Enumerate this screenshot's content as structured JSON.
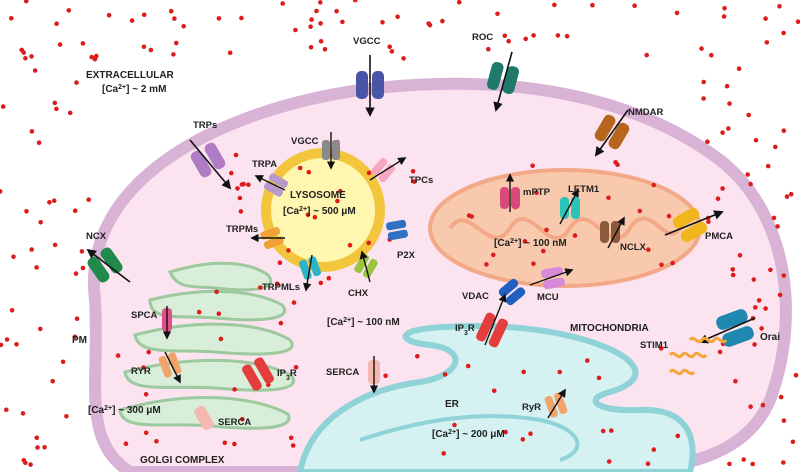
{
  "colors": {
    "background": "#ffffff",
    "cell_fill": "#fbe4ef",
    "cell_membrane": "#d9b3d6",
    "lysosome_fill": "#fff6b0",
    "lysosome_rim": "#f2c53d",
    "mitochondria_fill": "#f8c9ad",
    "er_fill": "#d5f1f2",
    "er_outline": "#8fd3d8",
    "golgi_fill": "#d8eed8",
    "golgi_outline": "#9cc99e",
    "calcium_dot": "#dd1c1c",
    "arrow": "#111111",
    "label": "#222222"
  },
  "compartments": {
    "extracellular": {
      "line1": "EXTRACELLULAR",
      "line2_prefix": "[Ca",
      "sup": "2+",
      "line2_suffix": "] ~ 2 mM"
    },
    "lysosome": {
      "name": "LYSOSOME",
      "conc_prefix": "[Ca",
      "sup": "2+",
      "conc_suffix": "] ~ 500 μM"
    },
    "cytosol": {
      "conc_prefix": "[Ca",
      "sup": "2+",
      "conc_suffix": "] ~ 100 nM"
    },
    "mitochondria": {
      "name": "MITOCHONDRIA",
      "conc_prefix": "[Ca",
      "sup": "2+",
      "conc_suffix": "] ~ 100 nM"
    },
    "golgi": {
      "name": "GOLGI COMPLEX",
      "conc_prefix": "[Ca",
      "sup": "2+",
      "conc_suffix": "] ~ 300 μM"
    },
    "er": {
      "name": "ER",
      "conc_prefix": "[Ca",
      "sup": "2+",
      "conc_suffix": "] ~ 200 μM"
    },
    "plasma_membrane": {
      "name": "PM"
    }
  },
  "channels": {
    "vgcc_pm": {
      "label": "VGCC",
      "color": "#4a55a8"
    },
    "roc": {
      "label": "ROC",
      "color": "#1f7a6a"
    },
    "nmdar": {
      "label": "NMDAR",
      "color": "#b5651d"
    },
    "trps": {
      "label": "TRPs",
      "color": "#b07cc6"
    },
    "ncx": {
      "label": "NCX",
      "color": "#1f8a4c"
    },
    "pmca": {
      "label": "PMCA",
      "color": "#f2b61d"
    },
    "orai": {
      "label": "Orai",
      "color": "#1e88b0"
    },
    "stim1": {
      "label": "STIM1",
      "color": "#f4a63a"
    },
    "vgcc_lyso": {
      "label": "VGCC",
      "color": "#8a8a8a"
    },
    "tpcs": {
      "label": "TPCs",
      "color": "#f7a8c0"
    },
    "trpa": {
      "label": "TRPA",
      "color": "#b999c9"
    },
    "trpms": {
      "label": "TRPMs",
      "color": "#f0a238"
    },
    "trpmls": {
      "label": "TRPMLs",
      "color": "#2bb5c9"
    },
    "chx": {
      "label": "CHX",
      "color": "#9bc53d"
    },
    "p2x": {
      "label": "P2X",
      "color": "#2f6fc4"
    },
    "mptp": {
      "label": "mPTP",
      "color": "#d94a7a"
    },
    "letm1": {
      "label": "LETM1",
      "color": "#2bc4b8"
    },
    "nclx": {
      "label": "NCLX",
      "color": "#8b5a3c"
    },
    "mcu": {
      "label": "MCU",
      "color": "#d88ad8"
    },
    "vdac": {
      "label": "VDAC",
      "color": "#1f5fbf"
    },
    "ip3r_er": {
      "label_prefix": "IP",
      "sub": "3",
      "label_suffix": "R",
      "color": "#e43d3d"
    },
    "ip3r_golgi": {
      "label_prefix": "IP",
      "sub": "3",
      "label_suffix": "R",
      "color": "#e43d3d"
    },
    "serca_cyto": {
      "label": "SERCA",
      "color": "#f5b8b0"
    },
    "serca_golgi": {
      "label": "SERCA",
      "color": "#f5b8b0"
    },
    "spca": {
      "label": "SPCA",
      "color": "#e0508a"
    },
    "ryr_golgi": {
      "label": "RYR",
      "color": "#f2a36a"
    },
    "ryr_er": {
      "label": "RyR",
      "color": "#f2a36a"
    }
  }
}
